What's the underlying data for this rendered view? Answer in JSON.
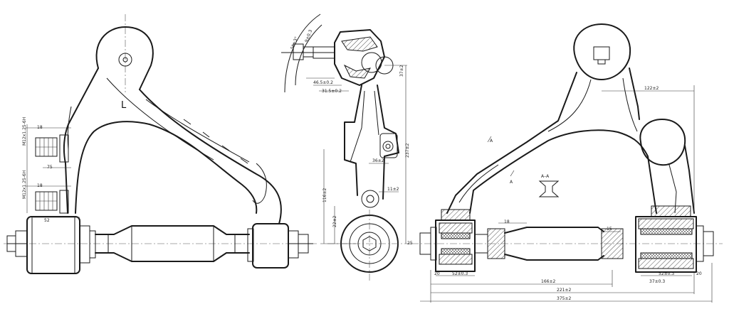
{
  "side_label": "L",
  "section_label": "A–A",
  "section_marker": "A",
  "thread_top": "M12x1.25-6H",
  "thread_bottom": "M12x1.25-6H",
  "dims": {
    "a": "18",
    "b": "18",
    "c": "75",
    "d": "52",
    "e": "116±2",
    "f": "22±2",
    "g": "36±2",
    "h": "11±2",
    "i": "237±2",
    "j": "37±2",
    "k": "122±2",
    "l": "46.5±0.2",
    "m": "31.5±0.2",
    "n": "18",
    "o": "52±0.3",
    "p": "52±0.3",
    "q": "20",
    "r": "166±2",
    "s": "221±2",
    "t": "375±2",
    "u": "20",
    "v": "15",
    "w": "5°±3°",
    "x": "9±0.3",
    "y": "37±0.3",
    "z": "25"
  }
}
